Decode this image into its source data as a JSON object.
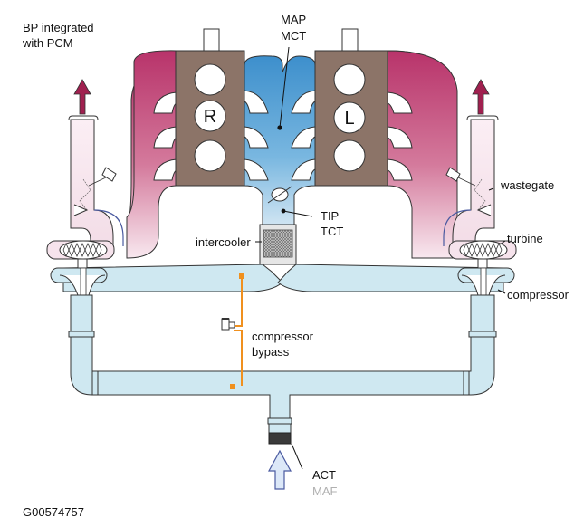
{
  "labels": {
    "bp_line1": "BP integrated",
    "bp_line2": "with PCM",
    "map": "MAP",
    "mct": "MCT",
    "tip": "TIP",
    "tct": "TCT",
    "intercooler": "intercooler",
    "wastegate": "wastegate",
    "turbine": "turbine",
    "compressor": "compressor",
    "bypass_line1": "compressor",
    "bypass_line2": "bypass",
    "act": "ACT",
    "maf": "MAF",
    "figure_id": "G00574757"
  },
  "engine": {
    "right_bank": "R",
    "left_bank": "L"
  },
  "colors": {
    "exhaust": "#b8336a",
    "exhaust_light": "#f6e3ec",
    "intake_charge": "#5aaad8",
    "intake_light": "#cfe8f1",
    "block": "#8c7468",
    "bypass": "#f0901e",
    "arrow_exhaust": "#a0204f",
    "arrow_inlet": "#dce8f8"
  }
}
